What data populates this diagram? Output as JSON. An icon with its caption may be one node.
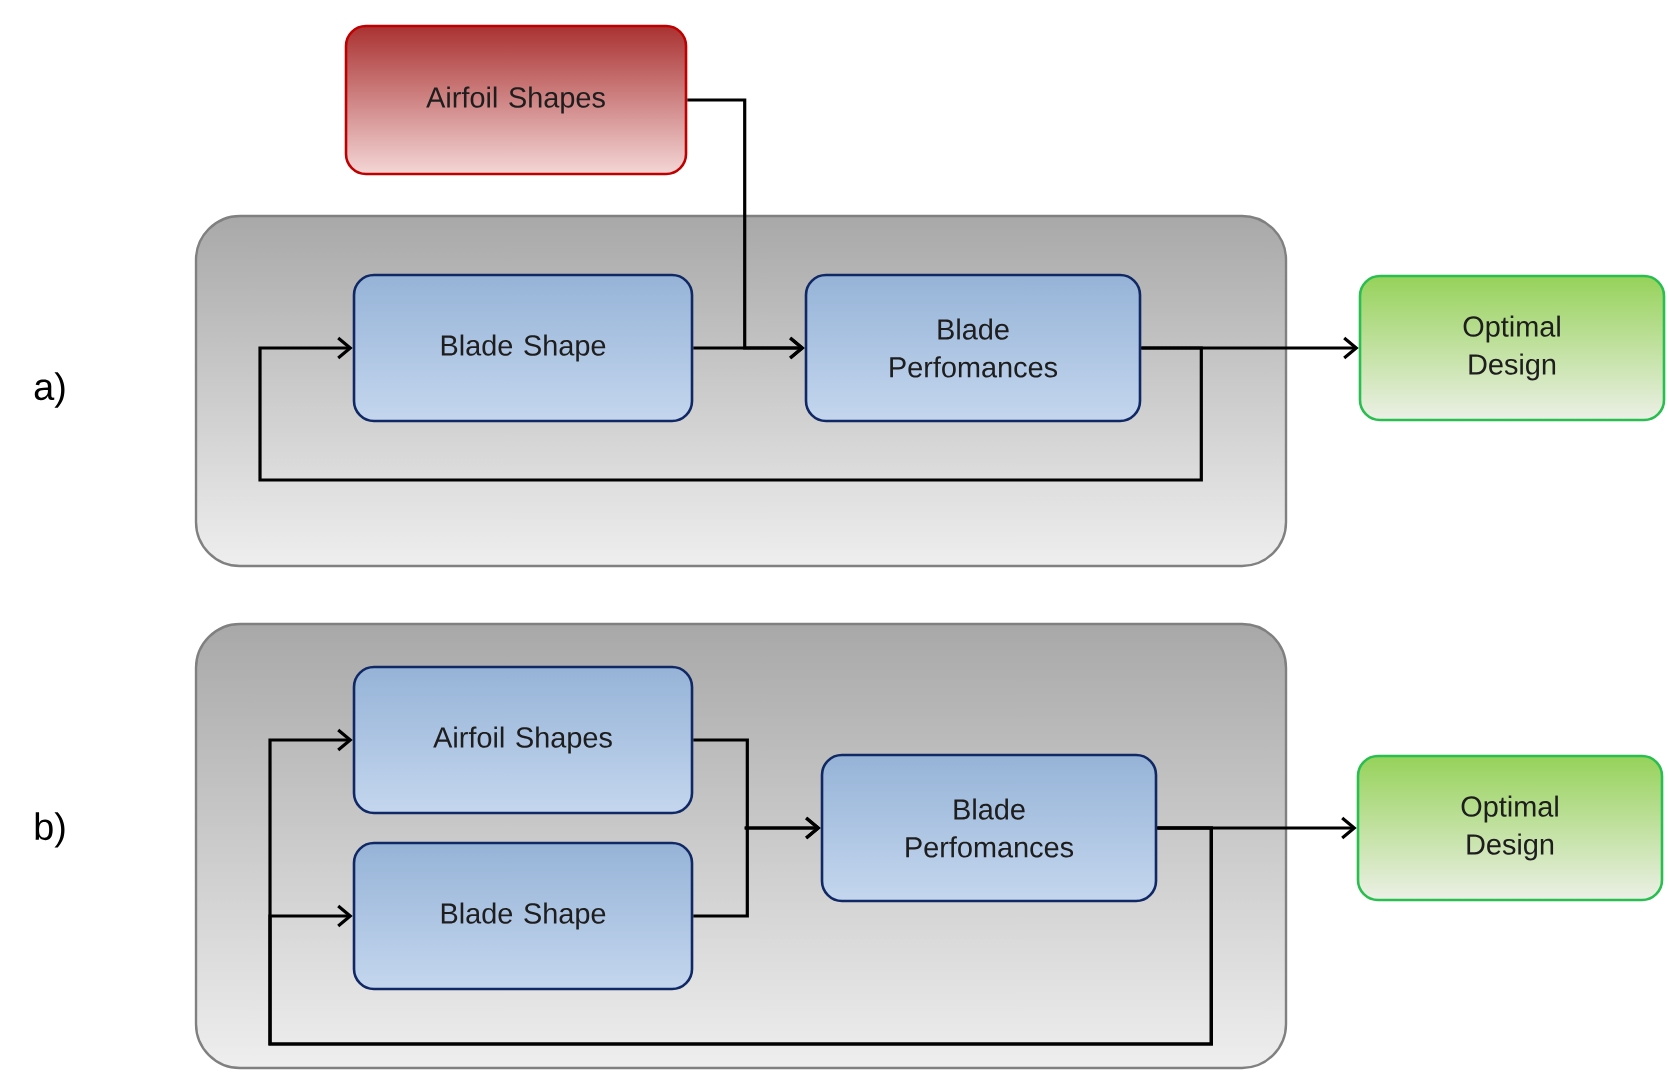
{
  "diagram": {
    "nodes": [
      {
        "text": [
          "Airfoil Shapes"
        ]
      },
      {
        "text": [],
        "shape": "box"
      },
      {
        "text": [
          "Blade Shape"
        ],
        "in": 1
      },
      {
        "text": [
          "Blade Perfomances"
        ],
        "in": 1
      },
      {
        "text": [
          "Optimal Design"
        ]
      },
      {
        "text": [],
        "shape": "box"
      },
      {
        "text": [
          "Airfoil Shapes"
        ],
        "in": 5
      },
      {
        "text": [
          "Blade Shape"
        ],
        "in": 5
      },
      {
        "text": [
          "Blade Perfomances"
        ],
        "in": 5
      },
      {
        "text": [
          "Optimal Design"
        ]
      }
    ],
    "edges": [
      {
        "from": 0,
        "to": 3,
        "arrow": "to"
      },
      {
        "from": 2,
        "to": 3,
        "arrow": "to"
      },
      {
        "from": 3,
        "to": 4,
        "arrow": "to"
      },
      {
        "from": 3,
        "to": 2,
        "arrow": "to"
      },
      {
        "from": 6,
        "to": 8,
        "arrow": "to"
      },
      {
        "from": 7,
        "to": 8,
        "arrow": "to"
      },
      {
        "from": 8,
        "to": 9,
        "arrow": "to"
      },
      {
        "from": 8,
        "to": 6,
        "arrow": "to"
      },
      {
        "from": 8,
        "to": 7,
        "arrow": "to"
      }
    ],
    "labels": [
      "a)",
      "b)"
    ]
  }
}
